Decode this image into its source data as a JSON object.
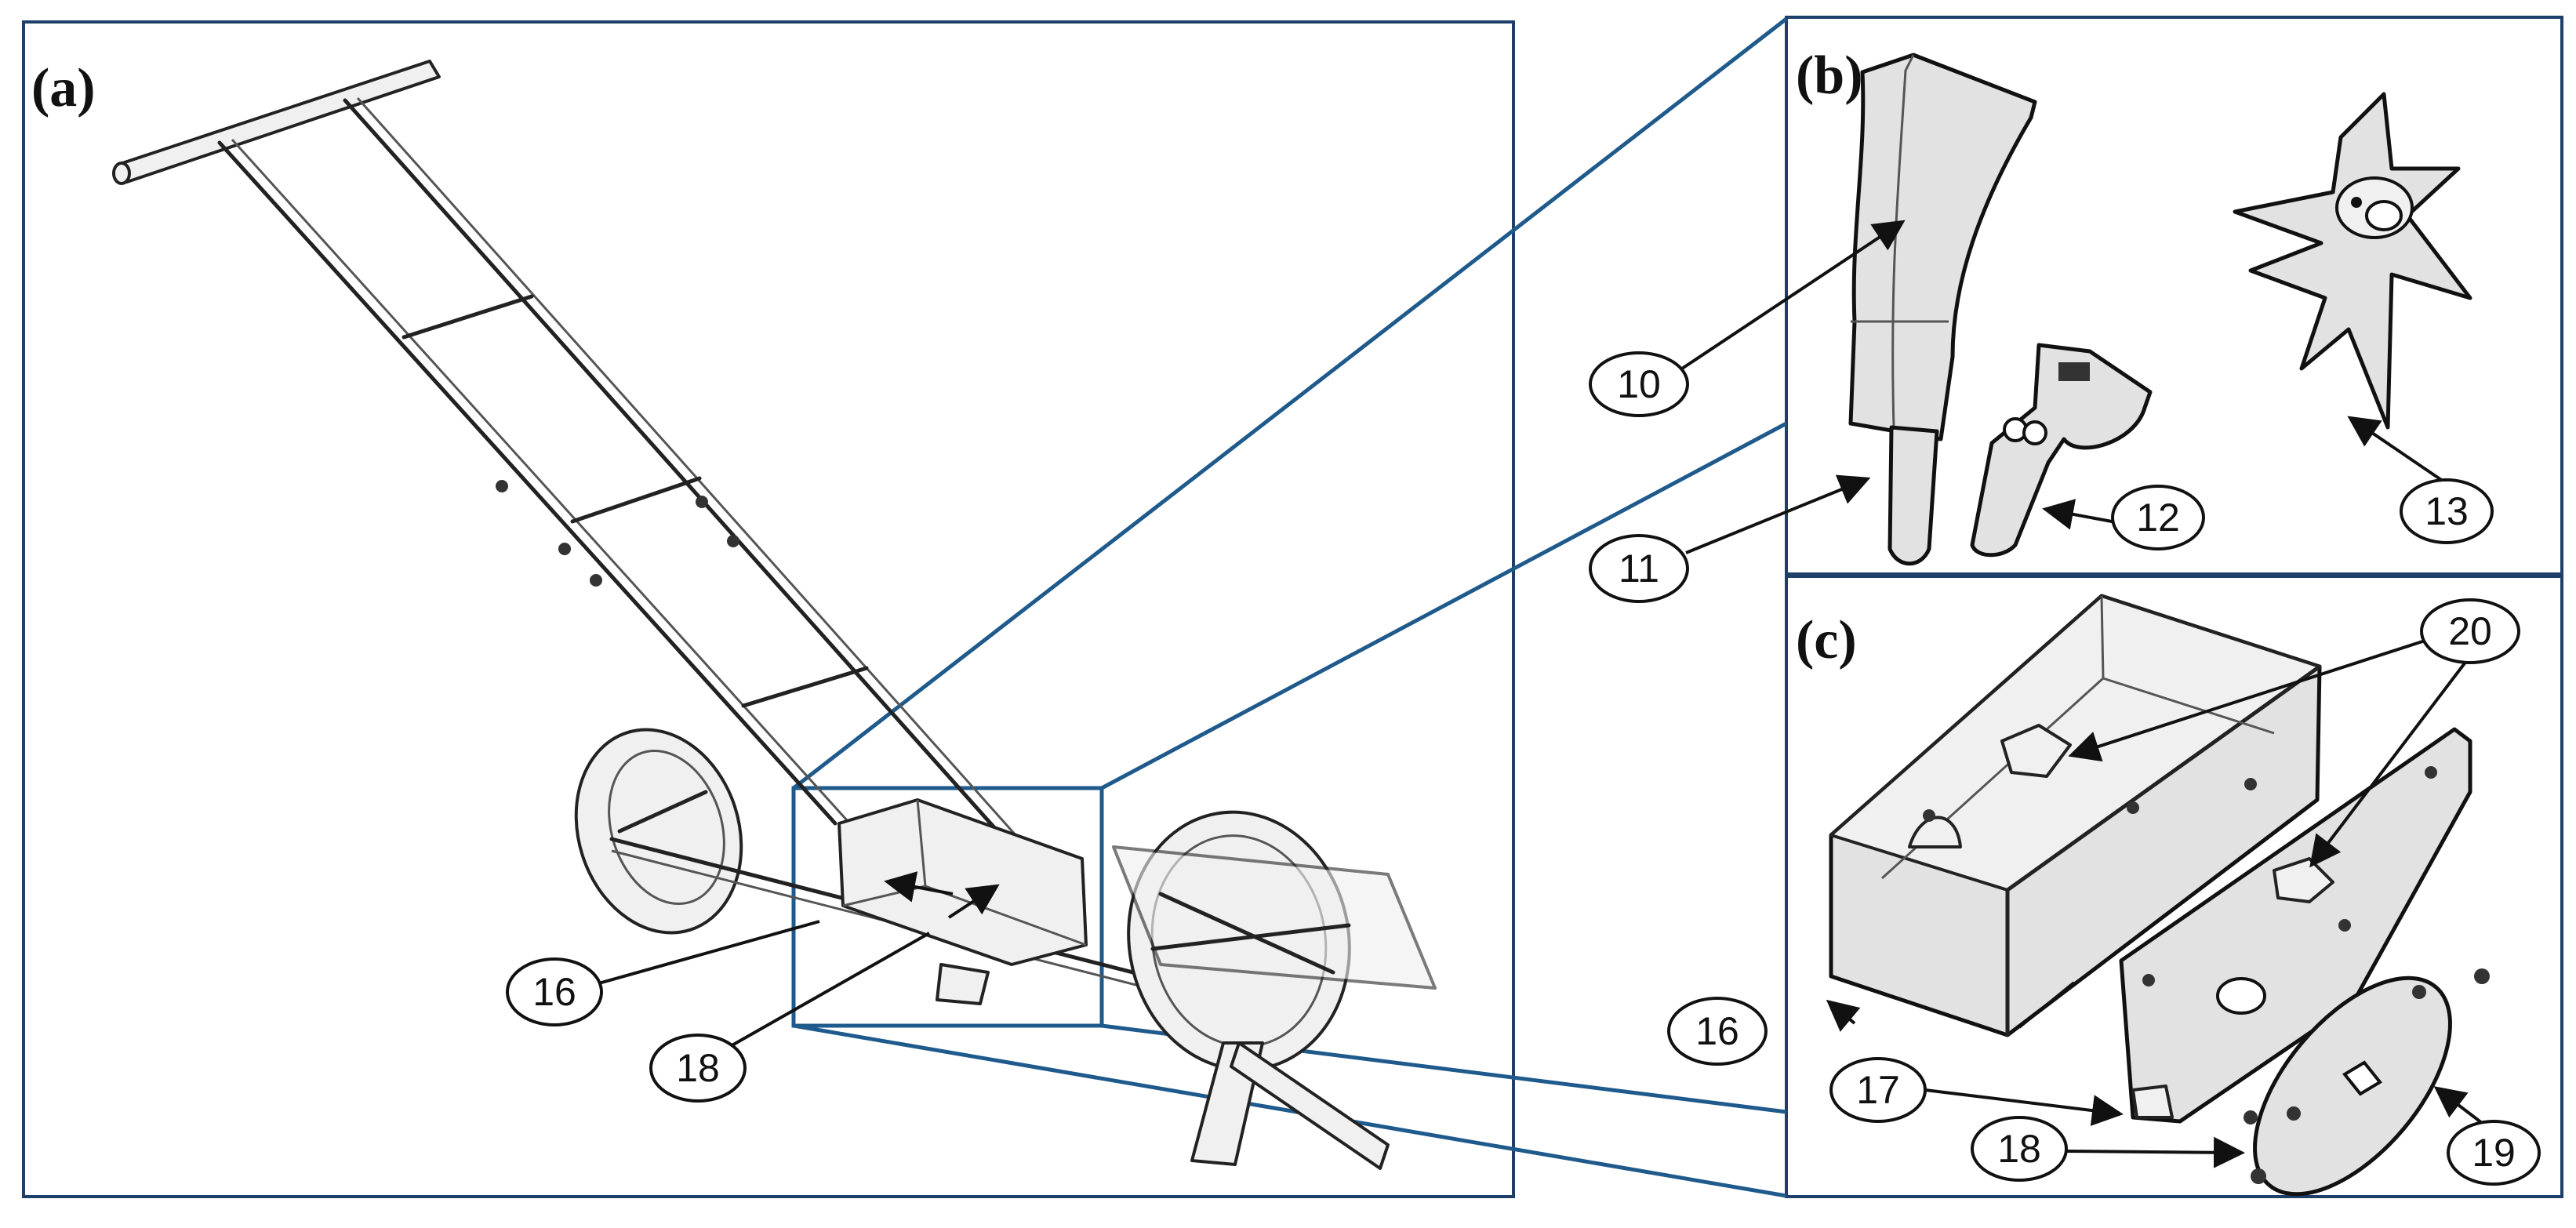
{
  "panels": {
    "a": {
      "label": "(a)"
    },
    "b": {
      "label": "(b)"
    },
    "c": {
      "label": "(c)"
    }
  },
  "callouts": {
    "a_16": "16",
    "a_18": "18",
    "b_10": "10",
    "b_11": "11",
    "b_12": "12",
    "b_13": "13",
    "c_16": "16",
    "c_17": "17",
    "c_18": "18",
    "c_19": "19",
    "c_20": "20"
  },
  "colors": {
    "frame": "#1f3f6b",
    "connector": "#1f5a8c",
    "part_fill": "#e2e2e2",
    "outline": "#111111"
  }
}
